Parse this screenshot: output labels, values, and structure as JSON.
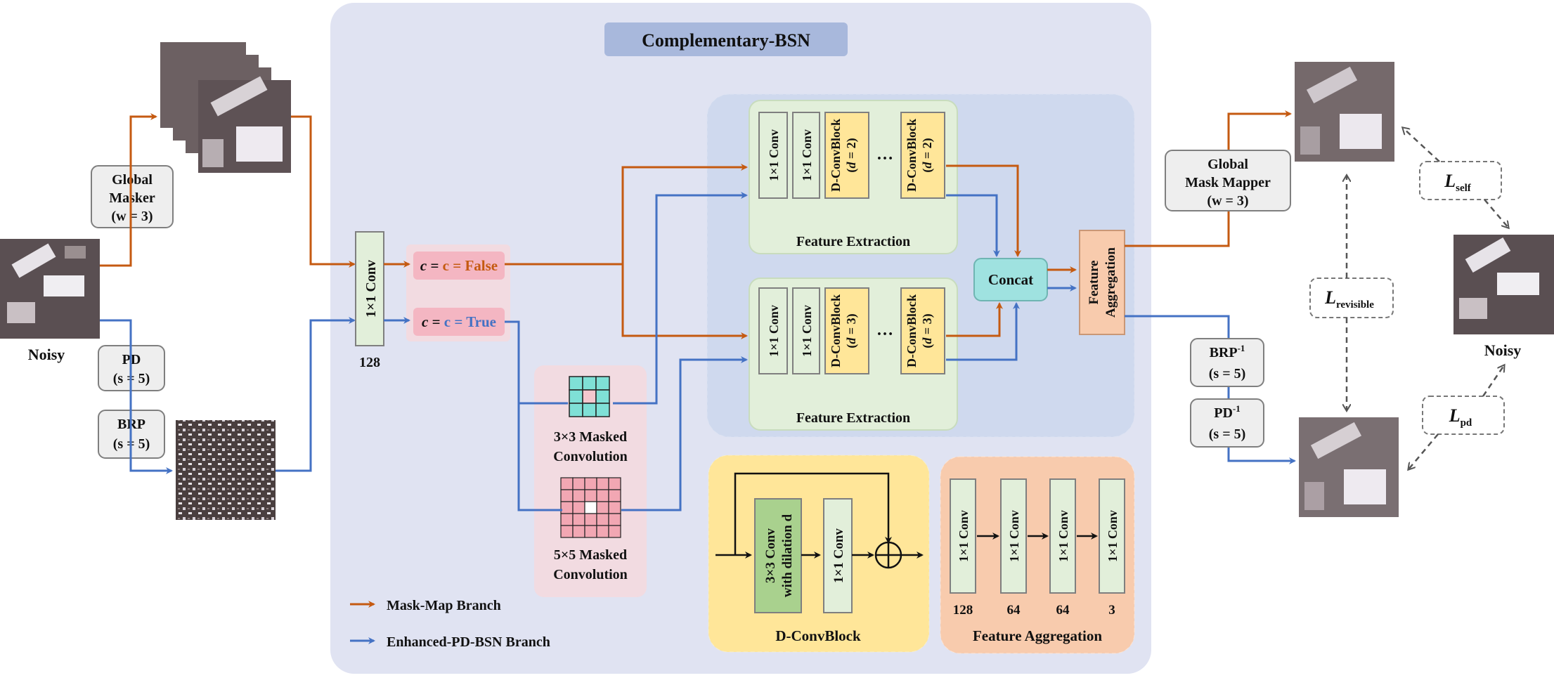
{
  "title": "Complementary-BSN",
  "input": {
    "left_label": "Noisy",
    "right_label": "Noisy"
  },
  "left_ops": {
    "global_masker": [
      "Global",
      "Masker",
      "(w = 3)"
    ],
    "pd": [
      "PD",
      "(s = 5)"
    ],
    "brp": [
      "BRP",
      "(s = 5)"
    ]
  },
  "network": {
    "conv_first": "1×1 Conv",
    "conv_first_channels": "128",
    "c_false": "c = False",
    "c_true": "c = True",
    "masked_conv_3": [
      "3×3 Masked",
      "Convolution"
    ],
    "masked_conv_5": [
      "5×5 Masked",
      "Convolution"
    ],
    "fe_top": {
      "blocks": [
        "1×1 Conv",
        "1×1 Conv",
        "D-ConvBlock",
        "(d = 2)",
        "…",
        "D-ConvBlock",
        "(d = 2)"
      ],
      "label": "Feature Extraction"
    },
    "fe_bottom": {
      "blocks": [
        "1×1 Conv",
        "1×1 Conv",
        "D-ConvBlock",
        "(d = 3)",
        "…",
        "D-ConvBlock",
        "(d = 3)"
      ],
      "label": "Feature Extraction"
    },
    "concat": "Concat",
    "feature_aggregation": [
      "Feature",
      "Aggregation"
    ]
  },
  "dconvblock_panel": {
    "conv3": [
      "3×3 Conv",
      "with dilation d"
    ],
    "conv1": "1×1 Conv",
    "label": "D-ConvBlock"
  },
  "fa_panel": {
    "convs": [
      "1×1 Conv",
      "1×1 Conv",
      "1×1 Conv",
      "1×1 Conv"
    ],
    "channels": [
      "128",
      "64",
      "64",
      "3"
    ],
    "label": "Feature Aggregation"
  },
  "legend": {
    "orange": "Mask-Map Branch",
    "blue": "Enhanced-PD-BSN Branch"
  },
  "right_ops": {
    "global_mask_mapper": [
      "Global",
      "Mask Mapper",
      "(w = 3)"
    ],
    "brp_inv": [
      "BRP",
      "-1",
      "(s = 5)"
    ],
    "pd_inv": [
      "PD",
      "-1",
      "(s = 5)"
    ]
  },
  "losses": {
    "self": [
      "L",
      "self"
    ],
    "revisible": [
      "L",
      "revisible"
    ],
    "pd": [
      "L",
      "pd"
    ]
  },
  "colors": {
    "orange": "#C55A11",
    "blue": "#4472C4",
    "panel": "#E0E3F2",
    "inner": "#CFD9EE",
    "green": "#E2EFDA",
    "yellow": "#FFE699",
    "pink": "#F4C7CE",
    "salmon": "#F8CBAD",
    "cyan": "#9FE2E0"
  }
}
